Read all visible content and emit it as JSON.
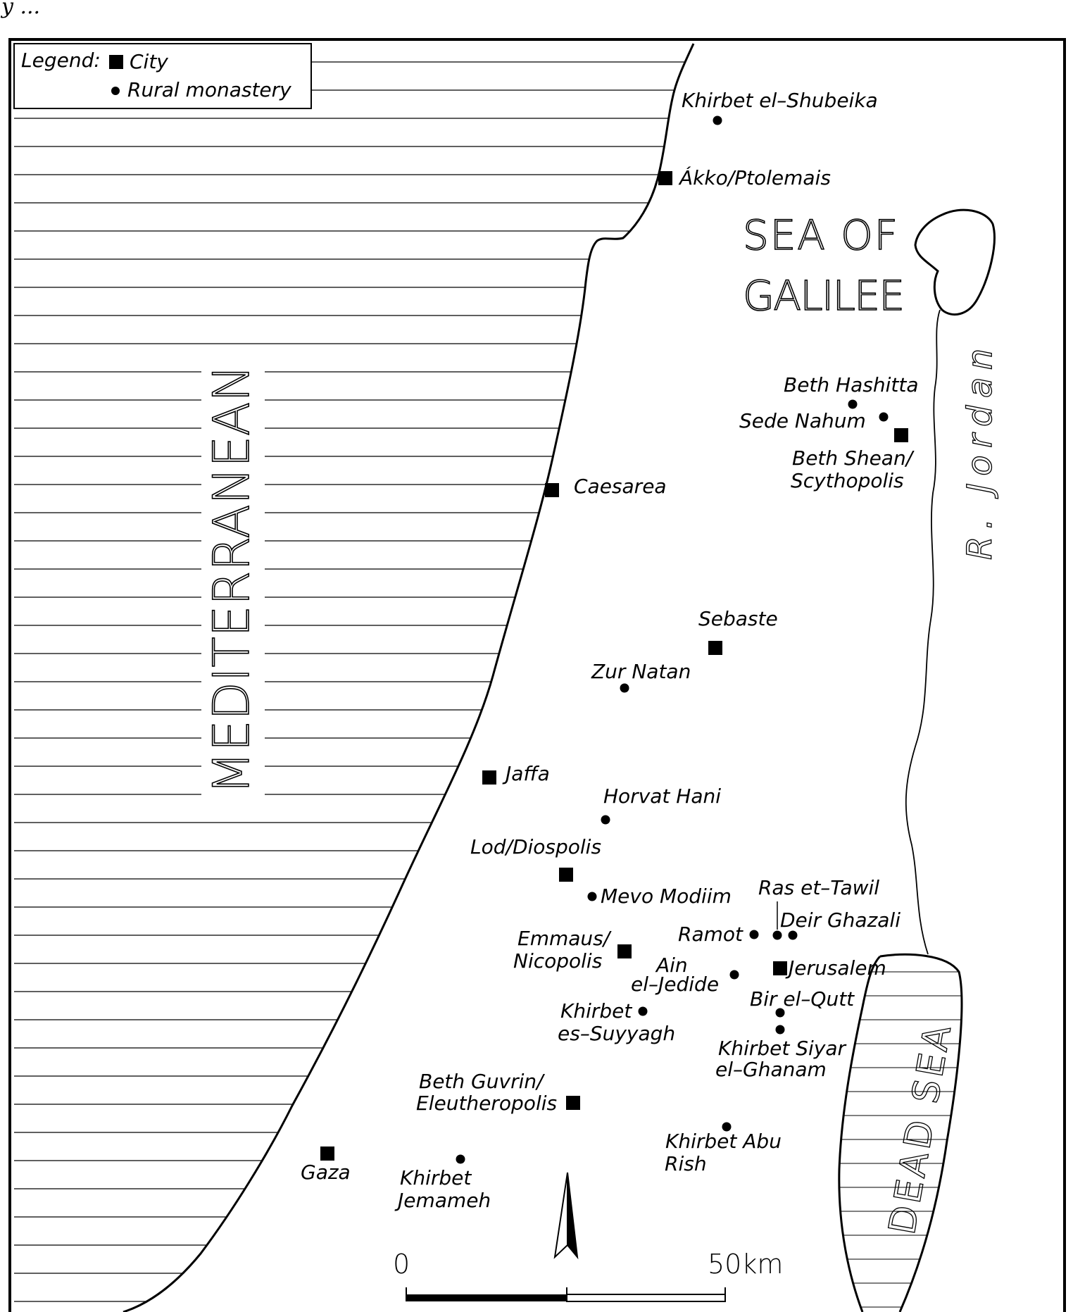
{
  "top_fragment": "y ...",
  "legend": {
    "title": "Legend:",
    "city_label": "City",
    "monastery_label": "Rural monastery"
  },
  "water_labels": {
    "sea_west": "MEDITERRANEAN",
    "lake_line1": "SEA OF",
    "lake_line2": "GALILEE",
    "river": "R. Jordan",
    "dead_sea": "DEAD SEA"
  },
  "cities": [
    {
      "name": "Ákko/Ptolemais"
    },
    {
      "name": "Caesarea"
    },
    {
      "name": "Beth Shean/",
      "name2": "Scythopolis"
    },
    {
      "name": "Sebaste"
    },
    {
      "name": "Jaffa"
    },
    {
      "name": "Lod/Diospolis"
    },
    {
      "name": "Emmaus/",
      "name2": "Nicopolis"
    },
    {
      "name": "Jerusalem"
    },
    {
      "name": "Beth Guvrin/",
      "name2": "Eleutheropolis"
    },
    {
      "name": "Gaza"
    }
  ],
  "monasteries": [
    {
      "name": "Khirbet el–Shubeika"
    },
    {
      "name": "Beth Hashitta"
    },
    {
      "name": "Sede Nahum"
    },
    {
      "name": "Zur Natan"
    },
    {
      "name": "Horvat Hani"
    },
    {
      "name": "Mevo Modiim"
    },
    {
      "name": "Ras et–Tawil"
    },
    {
      "name": "Deir Ghazali"
    },
    {
      "name": "Ramot"
    },
    {
      "name": "Ain",
      "name2": "el–Jedide"
    },
    {
      "name": "Khirbet",
      "name2": "es–Suyyagh"
    },
    {
      "name": "Bir el–Qutt"
    },
    {
      "name": "Khirbet Siyar",
      "name2": "el–Ghanam"
    },
    {
      "name": "Khirbet Abu",
      "name2": "Rish"
    },
    {
      "name": "Khirbet",
      "name2": "Jemameh"
    }
  ],
  "scale": {
    "start_label": "0",
    "end_label": "50km"
  },
  "colors": {
    "ink": "#000000",
    "paper": "#ffffff"
  },
  "north_arrow": "north-arrow-icon"
}
